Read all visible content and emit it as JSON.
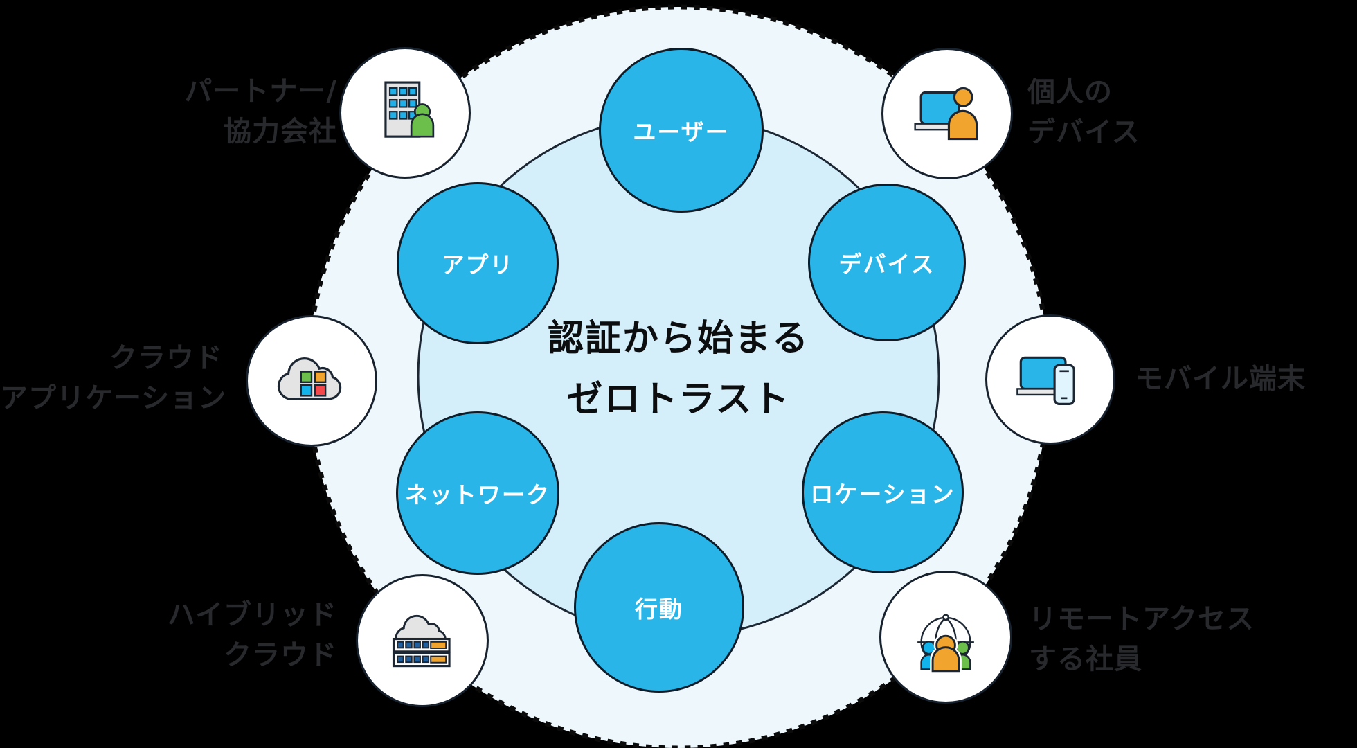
{
  "diagram": {
    "center_text": {
      "lines": [
        "認証から始まる",
        "ゼロトラスト"
      ]
    },
    "inner_bubbles": [
      {
        "id": "user",
        "label": "ユーザー"
      },
      {
        "id": "device",
        "label": "デバイス"
      },
      {
        "id": "app",
        "label": "アプリ"
      },
      {
        "id": "network",
        "label": "ネットワーク"
      },
      {
        "id": "location",
        "label": "ロケーション"
      },
      {
        "id": "behavior",
        "label": "行動"
      }
    ],
    "outer_items": [
      {
        "id": "partner",
        "icon": "office-building-partner-icon",
        "lines": [
          "パートナー/",
          "協力会社"
        ]
      },
      {
        "id": "personal-device",
        "icon": "laptop-user-icon",
        "lines": [
          "個人の",
          "デバイス"
        ]
      },
      {
        "id": "cloud-apps",
        "icon": "cloud-applications-icon",
        "lines": [
          "クラウド",
          "アプリケーション"
        ]
      },
      {
        "id": "mobile",
        "icon": "laptop-smartphone-icon",
        "lines": [
          "モバイル端末"
        ]
      },
      {
        "id": "hybrid-cloud",
        "icon": "cloud-server-icon",
        "lines": [
          "ハイブリッド",
          "クラウド"
        ]
      },
      {
        "id": "remote-workers",
        "icon": "globe-team-icon",
        "lines": [
          "リモートアクセス",
          "する社員"
        ]
      }
    ],
    "colors": {
      "background": "#000000",
      "outer_circle_fill": "#edf7fc",
      "outer_circle_dash": "#0b0b0b",
      "inner_circle_fill": "#d4eefa",
      "outline_dark": "#1c2733",
      "bubble_fill": "#29b5e8",
      "bubble_text": "#ffffff",
      "label_text": "#28292d",
      "center_text": "#0c0d0e",
      "icon_gray": "#e4e4e4",
      "icon_cyan": "#1fb0e9",
      "icon_green": "#6cbf4b",
      "icon_orange": "#f2a52e",
      "icon_red": "#f4484d",
      "icon_dark_blue": "#1f5fa0",
      "icon_phone_fill": "#e0f5fd"
    }
  }
}
